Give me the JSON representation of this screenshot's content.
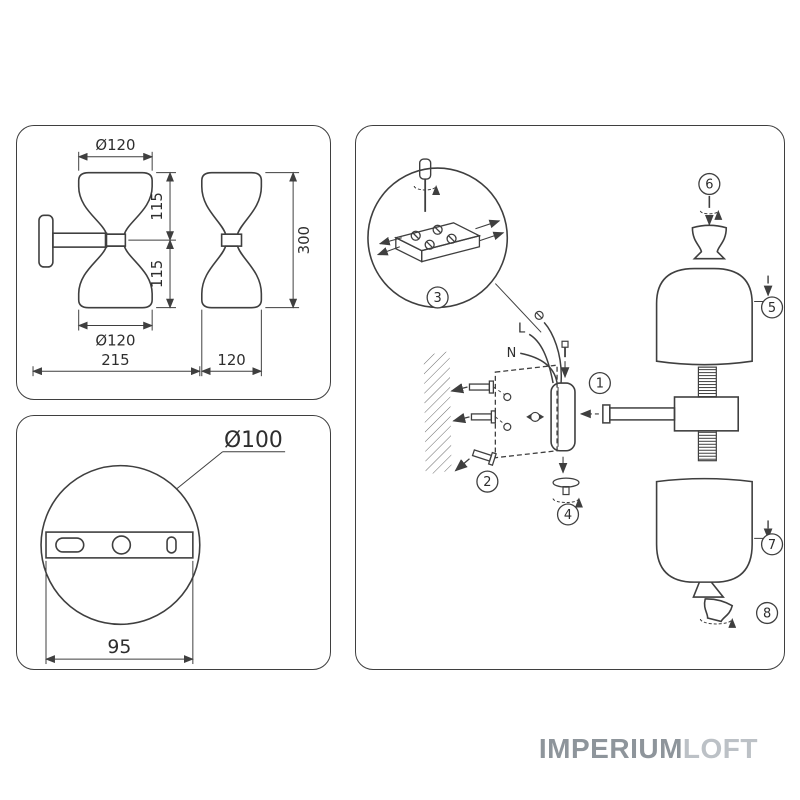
{
  "brand": {
    "name_primary": "IMPERIUM",
    "name_secondary": "LOFT"
  },
  "colors": {
    "line": "#3f3f3f",
    "text": "#2e2e2e",
    "logo_primary": "#8e959b",
    "logo_secondary": "#bcc1c6"
  },
  "front_view": {
    "top_diameter": "Ø120",
    "upper_height": "115",
    "lower_height": "115",
    "bottom_diameter": "Ø120",
    "overall_depth": "215"
  },
  "side_view": {
    "overall_height": "300",
    "width": "120"
  },
  "base_view": {
    "plate_diameter": "Ø100",
    "mount_spacing": "95"
  },
  "assembly": {
    "wire_live_label": "L",
    "wire_neutral_label": "N",
    "callouts": [
      "1",
      "2",
      "3",
      "4",
      "5",
      "6",
      "7",
      "8"
    ]
  }
}
